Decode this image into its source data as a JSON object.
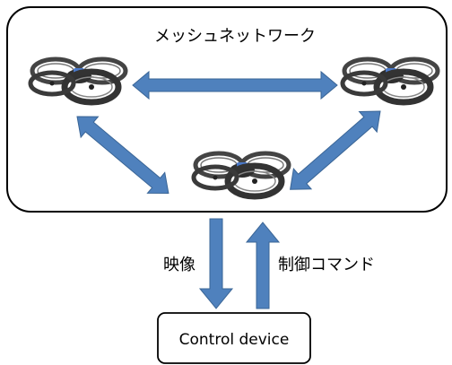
{
  "mesh_network": {
    "title": "メッシュネットワーク"
  },
  "drones": [
    {
      "name": "drone-left"
    },
    {
      "name": "drone-right"
    },
    {
      "name": "drone-bottom"
    }
  ],
  "links": {
    "video_label": "映像",
    "command_label": "制御コマンド"
  },
  "control_device": {
    "label": "Control device"
  },
  "colors": {
    "arrow": "#4f81bd",
    "arrow_border": "#3a6596",
    "box_border": "#000000",
    "drone_body": "#3a3a3a",
    "drone_accent": "#4a78c8"
  }
}
